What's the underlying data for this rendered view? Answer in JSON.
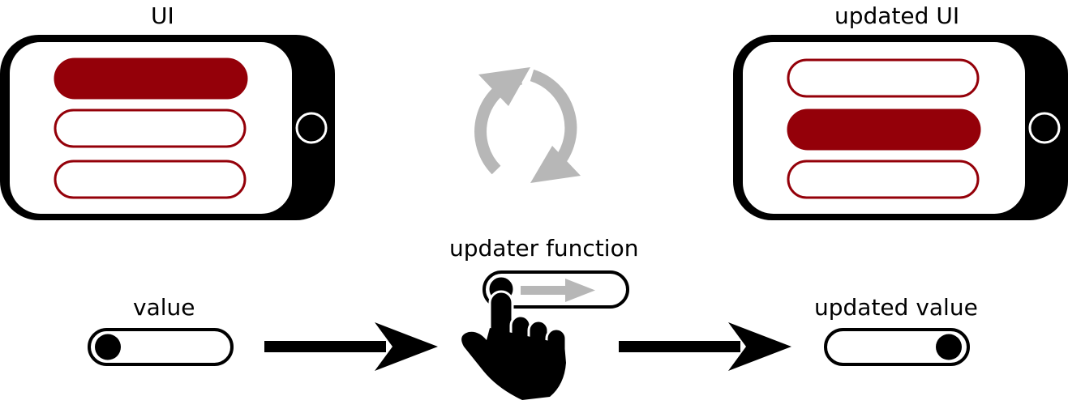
{
  "labels": {
    "ui": "UI",
    "updated_ui": "updated UI",
    "updater_function": "updater function",
    "value": "value",
    "updated_value": "updated value"
  },
  "ui_before": {
    "selected_item": 1,
    "item_count": 3
  },
  "ui_after": {
    "selected_item": 2,
    "item_count": 3
  },
  "toggle_value": {
    "state": "off"
  },
  "toggle_updated_value": {
    "state": "on"
  },
  "colors": {
    "accent": "#940009",
    "phone": "#000000",
    "cycle_arrows": "#b7b7b7",
    "text": "#000000"
  }
}
